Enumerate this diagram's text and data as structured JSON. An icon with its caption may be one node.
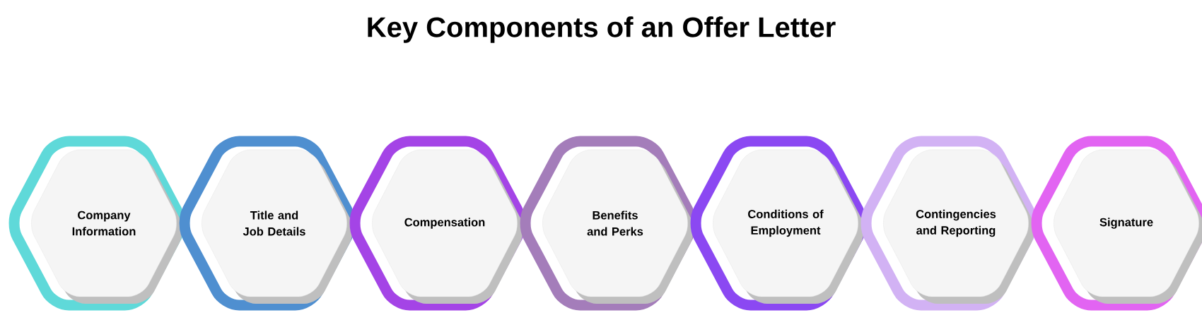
{
  "diagram": {
    "title": "Key Components of an Offer Letter",
    "nodes": [
      {
        "text": [
          "Company Information"
        ]
      },
      {
        "text": [
          "Title and Job Details"
        ]
      },
      {
        "text": [
          "Compensation"
        ]
      },
      {
        "text": [
          "Benefits and Perks"
        ]
      },
      {
        "text": [
          "Conditions of Employment"
        ]
      },
      {
        "text": [
          "Contingencies and Reporting"
        ]
      },
      {
        "text": [
          "Signature"
        ]
      }
    ]
  }
}
